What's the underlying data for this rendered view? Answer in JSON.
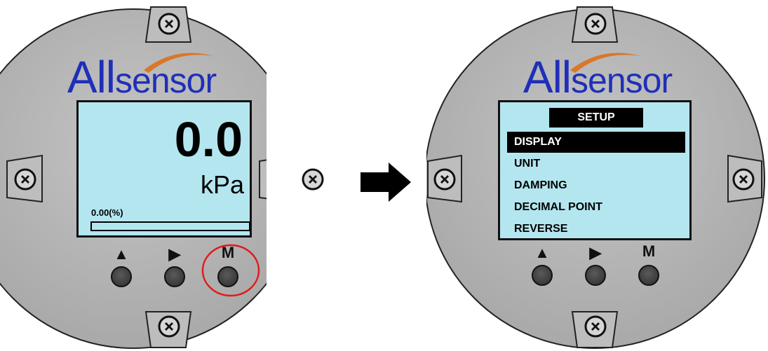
{
  "logo": {
    "cap": "All",
    "rest": "sensor"
  },
  "left_device": {
    "display": {
      "value": "0.0",
      "unit": "kPa",
      "percent_label": "0.00(%)",
      "progress_fraction": 0.0
    },
    "buttons": {
      "up": "▲",
      "enter": "▶",
      "menu": "M"
    },
    "highlighted_button": "menu"
  },
  "right_device": {
    "menu": {
      "title": "SETUP",
      "items": [
        "DISPLAY",
        "UNIT",
        "DAMPING",
        "DECIMAL POINT",
        "REVERSE"
      ],
      "selected_index": 0
    },
    "buttons": {
      "up": "▲",
      "enter": "▶",
      "menu": "M"
    }
  },
  "colors": {
    "lcd_background": "#b4e6f0",
    "housing": "#b8b8b8",
    "logo_blue": "#1f2fb8",
    "logo_swoosh": "#d9772a",
    "highlight_ring": "#e01b1b"
  }
}
